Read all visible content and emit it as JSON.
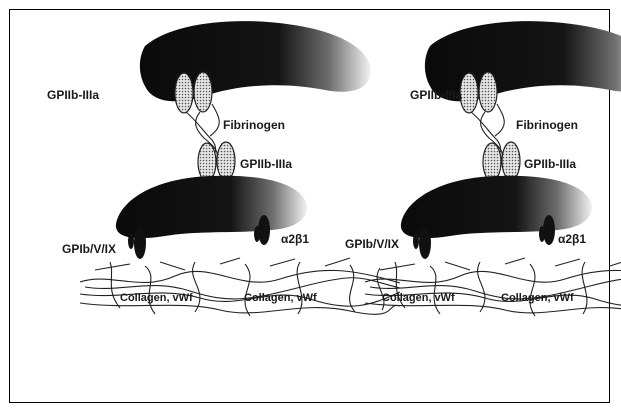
{
  "labels": {
    "gpiib_top": "GPIIb-IIIa",
    "fibrinogen": "Fibrinogen",
    "gpiib_bottom": "GPIIb-IIIa",
    "gpib": "GPIb/V/IX",
    "a2b1": "α2β1",
    "collagen_left": "Collagen, vWf",
    "collagen_right": "Collagen, vWf"
  },
  "icons": {
    "platelet": "platelet-icon",
    "receptor": "receptor-icon"
  }
}
